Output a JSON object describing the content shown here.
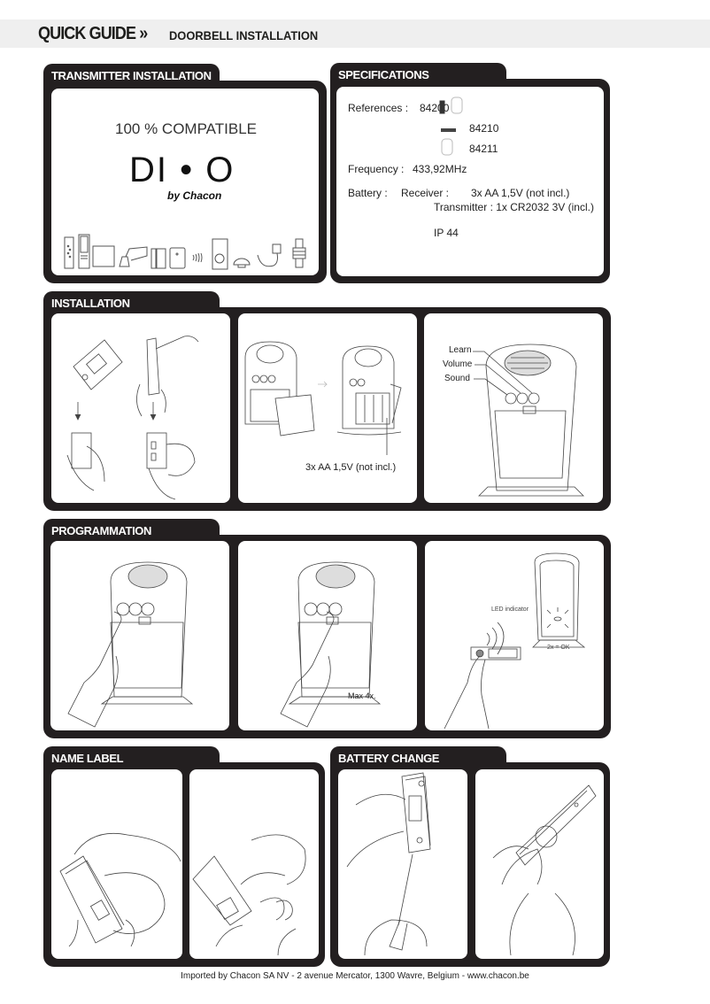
{
  "header": {
    "title": "QUICK GUIDE »",
    "subtitle": "DOORBELL INSTALLATION"
  },
  "sections": {
    "transmitter": {
      "tab_label": "TRANSMITTER INSTALLATION",
      "compatible_text": "100 % COMPATIBLE",
      "logo_text": "DI • O",
      "logo_byline": "by Chacon",
      "device_icons": [
        "keypad-remote-icon",
        "wall-remote-icon",
        "square-switch-icon",
        "outdoor-light-icon",
        "door-sensor-icon",
        "socket-switch-icon",
        "radio-waves-icon",
        "plug-socket-icon",
        "dimmer-module-icon",
        "cable-module-icon",
        "bulb-socket-icon"
      ]
    },
    "specifications": {
      "tab_label": "SPECIFICATIONS",
      "references_label": "References :",
      "references": [
        "84200",
        "84210",
        "84211"
      ],
      "frequency_label": "Frequency :",
      "frequency_value": "433,92MHz",
      "battery_label": "Battery :",
      "receiver_label": "Receiver :",
      "receiver_value": "3x AA 1,5V  (not incl.)",
      "transmitter_line": "Transmitter :  1x CR2032 3V (incl.)",
      "ip_rating": "IP 44"
    },
    "installation": {
      "tab_label": "INSTALLATION",
      "battery_note": "3x AA 1,5V (not incl.)",
      "button_labels": [
        "Learn",
        "Volume",
        "Sound"
      ]
    },
    "programmation": {
      "tab_label": "PROGRAMMATION",
      "max_note": "Max 4x.",
      "led_label": "LED indicator",
      "ok_note": "2x = OK"
    },
    "name_label": {
      "tab_label": "NAME LABEL"
    },
    "battery_change": {
      "tab_label": "BATTERY CHANGE"
    }
  },
  "footer": {
    "text": "Imported by Chacon SA NV - 2 avenue Mercator, 1300 Wavre, Belgium - www.chacon.be"
  }
}
